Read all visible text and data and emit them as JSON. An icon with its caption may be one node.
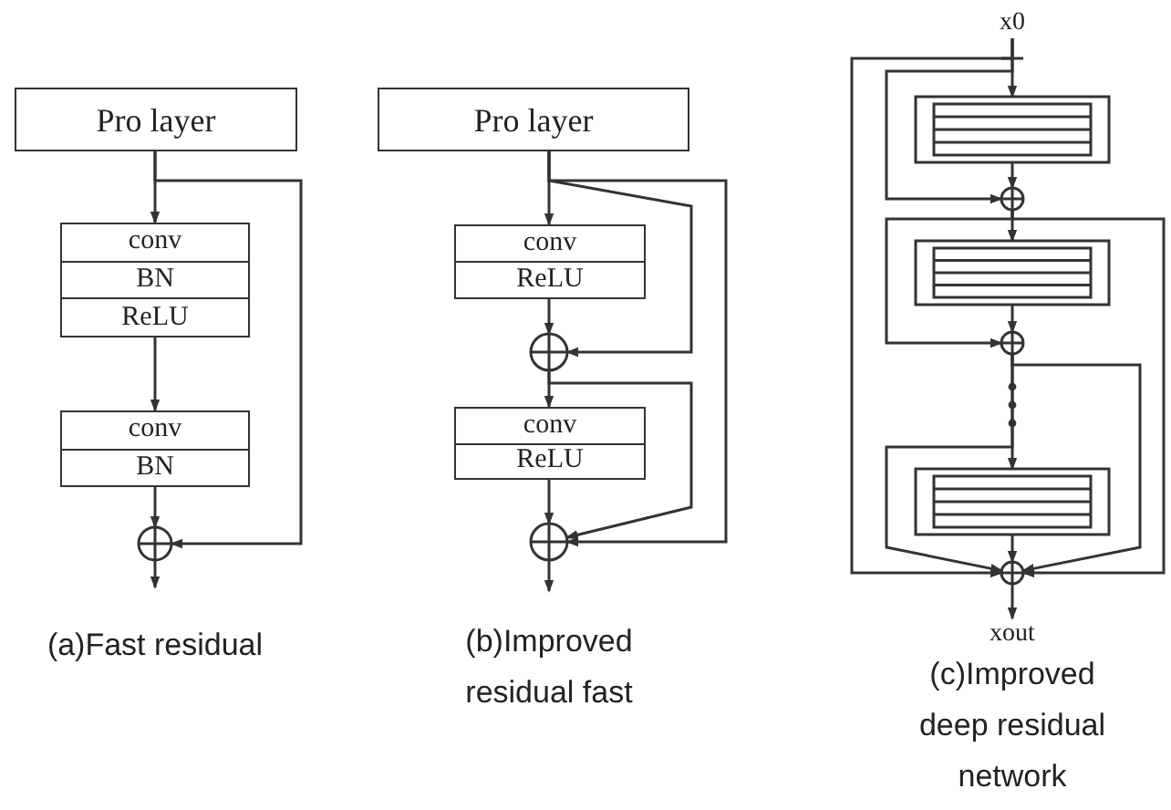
{
  "diagram": {
    "nodes": [
      {
        "text": [
          "Pro layer"
        ]
      },
      {
        "text": [
          "conv",
          "BN",
          "ReLU"
        ]
      },
      {
        "text": [
          "conv",
          "BN"
        ]
      },
      {
        "text": [],
        "shape": "circle"
      },
      {
        "text": [
          "Pro layer"
        ]
      },
      {
        "text": [
          "conv",
          "ReLU"
        ]
      },
      {
        "text": [],
        "shape": "circle"
      },
      {
        "text": [
          "conv",
          "ReLU"
        ]
      },
      {
        "text": [],
        "shape": "circle"
      },
      {
        "text": [
          "x0"
        ]
      },
      {
        "text": [],
        "shape": "box"
      },
      {
        "text": [],
        "shape": "circle"
      },
      {
        "text": [],
        "shape": "box"
      },
      {
        "text": [],
        "shape": "circle"
      },
      {
        "text": [],
        "shape": "box"
      },
      {
        "text": [],
        "shape": "circle"
      },
      {
        "text": [
          "xout"
        ]
      }
    ],
    "edges": [
      {
        "from": 0,
        "to": 1,
        "arrow": "to"
      },
      {
        "from": 1,
        "to": 2,
        "arrow": "to"
      },
      {
        "from": 2,
        "to": 3,
        "arrow": "to"
      },
      {
        "from": 0,
        "to": 3,
        "arrow": "to"
      },
      {
        "from": 3,
        "to": null,
        "arrow": "to"
      },
      {
        "from": 4,
        "to": 5,
        "arrow": "to"
      },
      {
        "from": 5,
        "to": 6,
        "arrow": "to"
      },
      {
        "from": 6,
        "to": 7,
        "arrow": "to"
      },
      {
        "from": 7,
        "to": 8,
        "arrow": "to"
      },
      {
        "from": 8,
        "to": null,
        "arrow": "to"
      },
      {
        "from": 4,
        "to": 6,
        "arrow": "to"
      },
      {
        "from": 4,
        "to": 8,
        "arrow": "to"
      },
      {
        "from": 6,
        "to": 8,
        "arrow": "to"
      },
      {
        "from": 9,
        "to": 10,
        "arrow": "to"
      },
      {
        "from": 10,
        "to": 11,
        "arrow": "to"
      },
      {
        "from": 11,
        "to": 12,
        "arrow": "to"
      },
      {
        "from": 12,
        "to": 13,
        "arrow": "to"
      },
      {
        "from": 13,
        "to": 14,
        "arrow": "to"
      },
      {
        "from": 14,
        "to": 15,
        "arrow": "to"
      },
      {
        "from": 15,
        "to": 16,
        "arrow": "to"
      },
      {
        "from": 9,
        "to": 11,
        "arrow": "to"
      },
      {
        "from": 9,
        "to": 15,
        "arrow": "to"
      },
      {
        "from": 11,
        "to": 13,
        "arrow": "to"
      },
      {
        "from": 11,
        "to": 15,
        "arrow": "to"
      },
      {
        "from": 13,
        "to": 15,
        "arrow": "to"
      },
      {
        "from": 13,
        "to": 15,
        "arrow": "to"
      }
    ],
    "labels": [
      "(a)Fast residual",
      "(b)Improved residual fast",
      "(c)Improved deep residual network"
    ]
  }
}
